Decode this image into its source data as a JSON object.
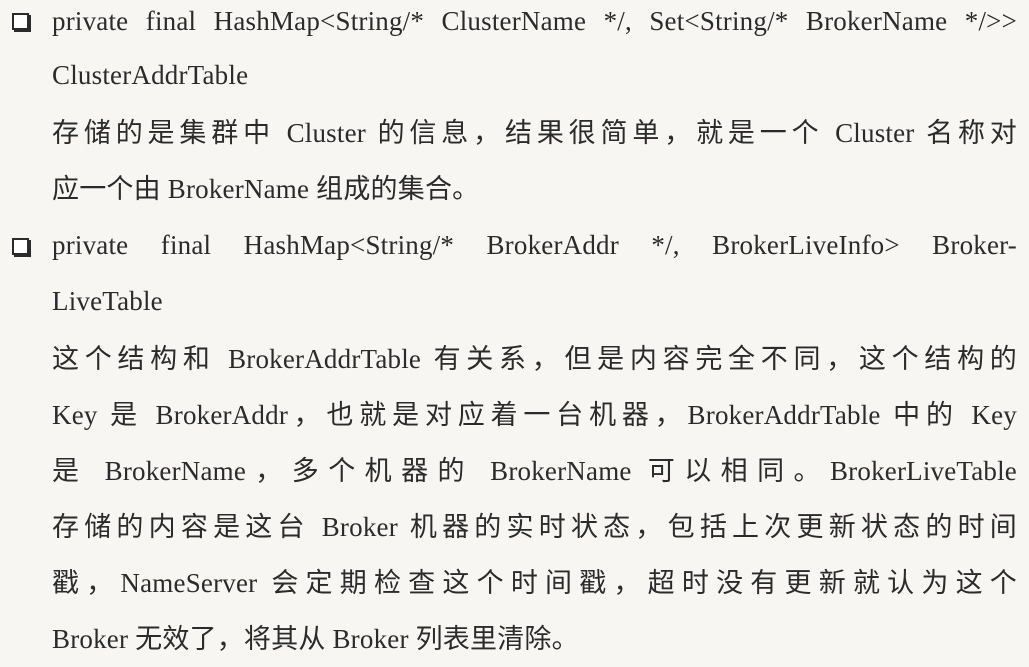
{
  "items": [
    {
      "code_lines": [
        "private final HashMap<String/* ClusterName */, Set<String/* BrokerName */>>",
        "ClusterAddrTable"
      ],
      "description_lines": [
        "存储的是集群中 Cluster 的信息，结果很简单，就是一个 Cluster 名称对",
        "应一个由 BrokerName 组成的集合。"
      ]
    },
    {
      "code_lines": [
        "private final HashMap<String/* BrokerAddr */, BrokerLiveInfo> Broker-",
        "LiveTable"
      ],
      "description_lines": [
        "这个结构和 BrokerAddrTable 有关系，但是内容完全不同，这个结构的",
        "Key 是 BrokerAddr，也就是对应着一台机器，BrokerAddrTable 中的 Key",
        "是 BrokerName，多个机器的 BrokerName 可以相同。BrokerLiveTable",
        "存储的内容是这台 Broker 机器的实时状态，包括上次更新状态的时间",
        "戳，NameServer 会定期检查这个时间戳，超时没有更新就认为这个",
        "Broker 无效了，将其从 Broker 列表里清除。"
      ]
    }
  ]
}
